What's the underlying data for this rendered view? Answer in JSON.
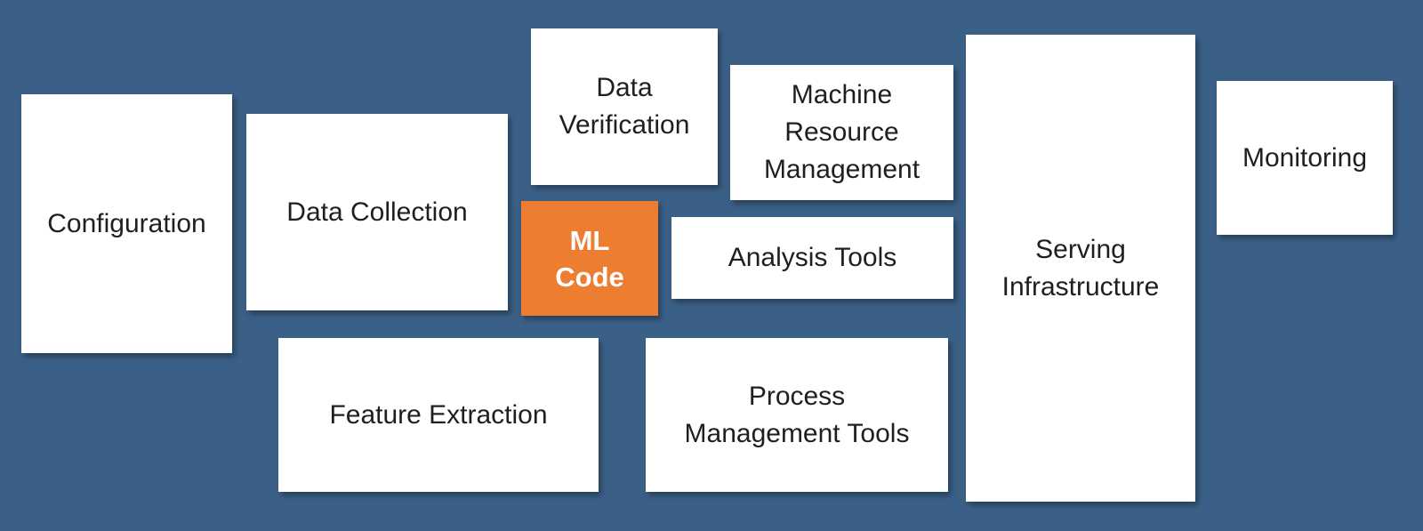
{
  "colors": {
    "background": "#3b6087",
    "box_fill": "#ffffff",
    "box_text": "#1f1f1f",
    "highlight_fill": "#ed7d31",
    "highlight_text": "#ffffff"
  },
  "boxes": {
    "configuration": "Configuration",
    "data_collection": "Data Collection",
    "data_verification": "Data\nVerification",
    "ml_code": "ML\nCode",
    "machine_resource_management": "Machine\nResource\nManagement",
    "analysis_tools": "Analysis Tools",
    "serving_infrastructure": "Serving\nInfrastructure",
    "monitoring": "Monitoring",
    "feature_extraction": "Feature Extraction",
    "process_management_tools": "Process\nManagement Tools"
  }
}
